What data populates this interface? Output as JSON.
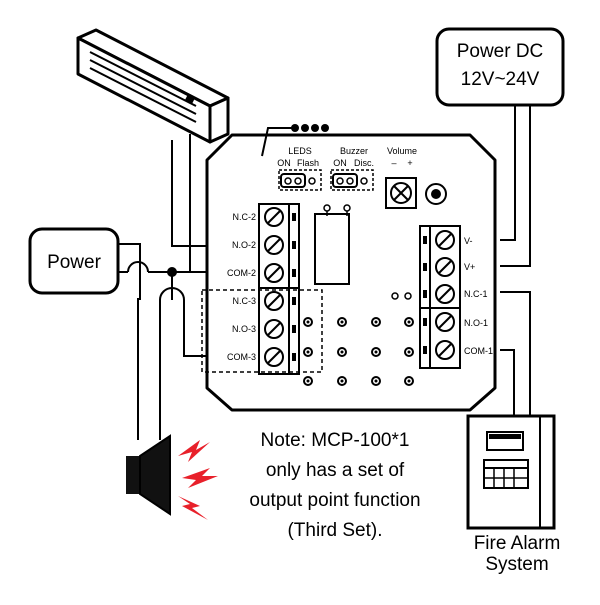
{
  "power_dc": {
    "line1": "Power DC",
    "line2": "12V~24V"
  },
  "power": {
    "label": "Power"
  },
  "leds": {
    "title": "LEDS",
    "on": "ON",
    "flash": "Flash"
  },
  "buzzer": {
    "title": "Buzzer",
    "on": "ON",
    "disc": "Disc."
  },
  "volume": {
    "title": "Volume",
    "minus": "–",
    "plus": "+"
  },
  "left_terminals": [
    "N.C-2",
    "N.O-2",
    "COM-2",
    "N.C-3",
    "N.O-3",
    "COM-3"
  ],
  "right_terminals": [
    "V-",
    "V+",
    "N.C-1",
    "N.O-1",
    "COM-1"
  ],
  "note": {
    "line1": "Note: MCP-100*1",
    "line2": "only has a set of",
    "line3": "output point function",
    "line4": "(Third Set)."
  },
  "fire_alarm": {
    "line1": "Fire Alarm",
    "line2": "System"
  },
  "colors": {
    "line": "#000000",
    "lightning": "#e8202a",
    "fill": "#ffffff"
  }
}
